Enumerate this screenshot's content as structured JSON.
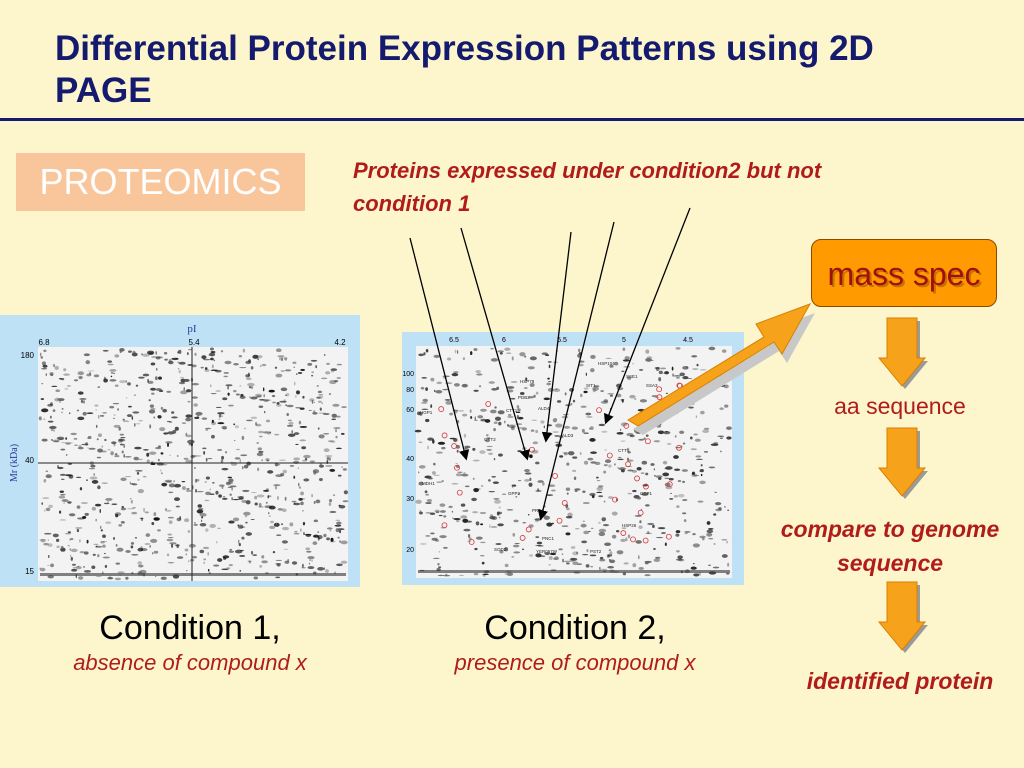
{
  "slide": {
    "title": "Differential Protein Expression Patterns using 2D PAGE",
    "proteomics_label": "PROTEOMICS",
    "annotation": "Proteins expressed under condition2 but not condition 1",
    "workflow": {
      "mass_spec": "mass spec",
      "aa_sequence": "aa sequence",
      "compare": "compare to genome sequence",
      "identified": "identified protein"
    },
    "conditions": [
      {
        "name": "Condition 1,",
        "detail": "absence of compound x"
      },
      {
        "name": "Condition 2,",
        "detail": "presence of compound x"
      }
    ]
  },
  "gel1": {
    "pi_label": "pI",
    "mr_label": "Mr (kDa)",
    "pi_ticks": [
      "6.8",
      "5.4",
      "4.2"
    ],
    "mr_ticks": [
      "180",
      "40",
      "15"
    ]
  },
  "gel2": {
    "pi_ticks": [
      "6.5",
      "6",
      "5.5",
      "5",
      "4.5"
    ],
    "mr_ticks": [
      "100",
      "80",
      "60",
      "40",
      "30",
      "20"
    ],
    "spot_labels": [
      "HSP104",
      "SSE1",
      "SSA3",
      "HSP78",
      "SIT1",
      "HSP60",
      "PDB2",
      "CTT1",
      "UGP1",
      "ALD4",
      "MDH1",
      "GPP2",
      "GYT2",
      "ALD3",
      "CTT1",
      "CCP1",
      "PNC1",
      "SOD2",
      "YER067W",
      "PST2",
      "HSP26",
      "PRB1"
    ]
  },
  "colors": {
    "title": "#141a6e",
    "accent_red": "#b01c1c",
    "mass_spec": "#ff9b00",
    "arrow": "#f7a21b",
    "gel_frame": "#bfe1f6",
    "background": "#fdf5cc"
  }
}
